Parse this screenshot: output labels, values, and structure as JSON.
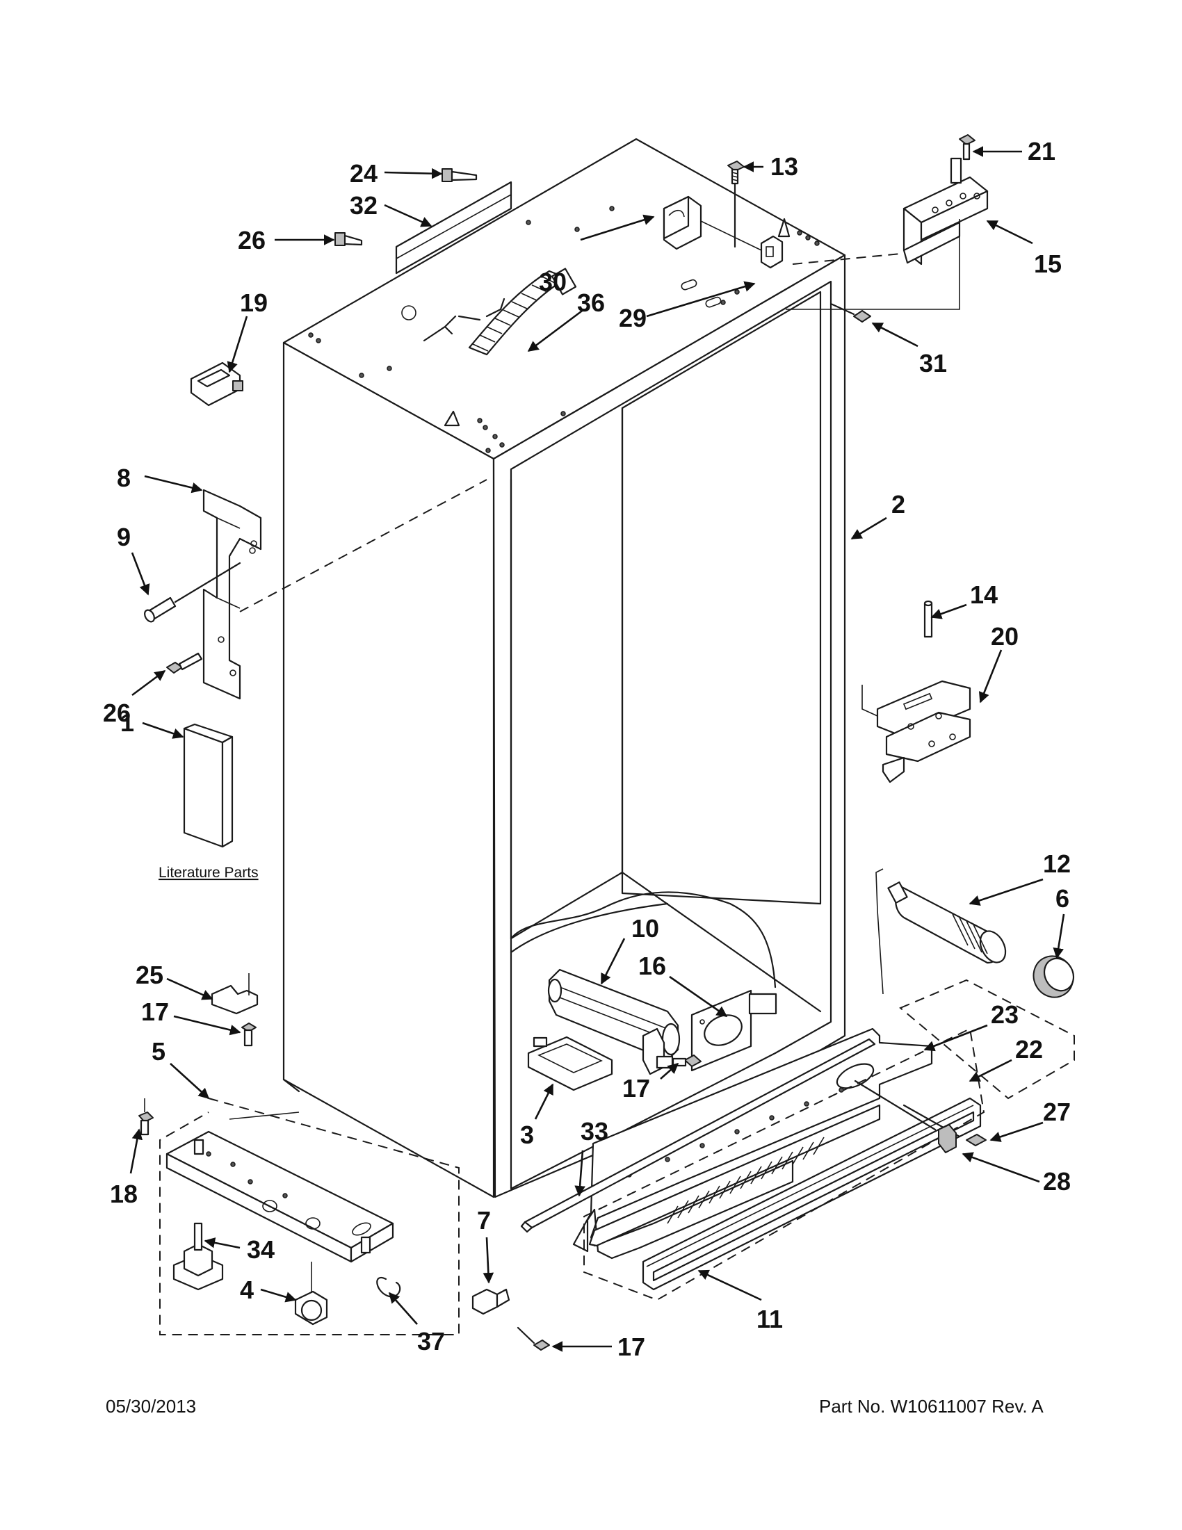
{
  "callouts": {
    "c1": "1",
    "c2": "2",
    "c3": "3",
    "c4": "4",
    "c5": "5",
    "c6": "6",
    "c7": "7",
    "c8": "8",
    "c9": "9",
    "c10": "10",
    "c11": "11",
    "c12": "12",
    "c13": "13",
    "c14": "14",
    "c15": "15",
    "c16": "16",
    "c17a": "17",
    "c17b": "17",
    "c17c": "17",
    "c18": "18",
    "c19": "19",
    "c20": "20",
    "c21": "21",
    "c22": "22",
    "c23": "23",
    "c24": "24",
    "c25": "25",
    "c26a": "26",
    "c26b": "26",
    "c27": "27",
    "c28": "28",
    "c29": "29",
    "c30": "30",
    "c31": "31",
    "c32": "32",
    "c33": "33",
    "c34": "34",
    "c36": "36",
    "c37": "37"
  },
  "literature_label": "Literature Parts",
  "footer": {
    "date": "05/30/2013",
    "part_number": "Part No.  W10611007  Rev.  A"
  }
}
